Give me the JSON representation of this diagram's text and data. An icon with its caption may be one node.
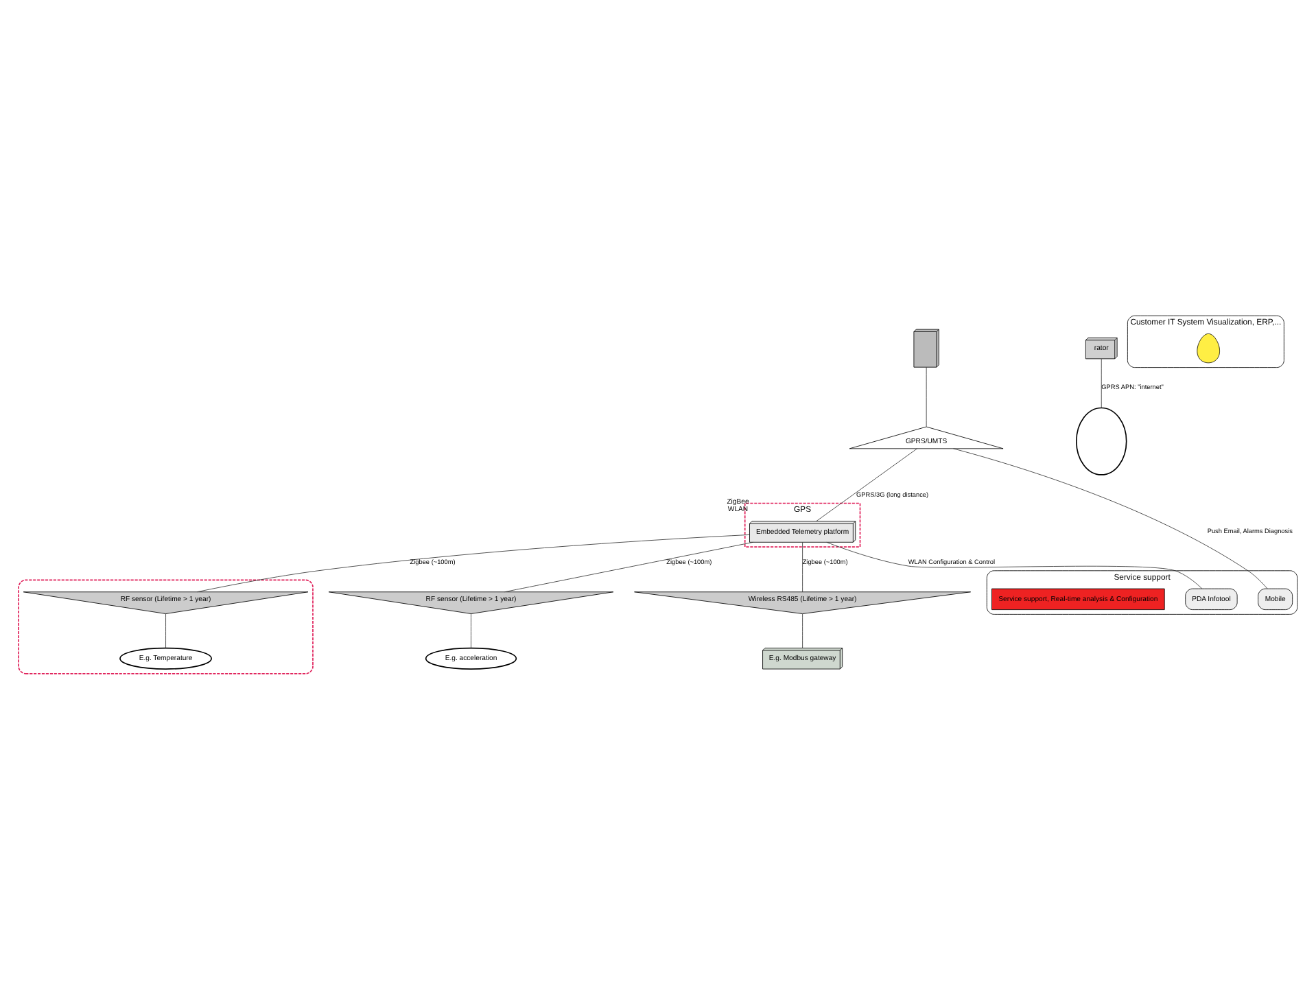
{
  "diagram": {
    "nodes": [
      {
        "text": [
          "GPS"
        ]
      },
      {
        "text": [
          "Embedded Telemetry platform"
        ],
        "beside": [
          "ZigBee",
          "WLAN"
        ],
        "in": 0
      },
      {
        "text": [],
        "shape": "picture"
      },
      {
        "text": [
          "rator"
        ]
      },
      {
        "text": [
          "GPRS/UMTS"
        ]
      },
      {
        "text": [],
        "shape": "cloud"
      },
      {
        "text": [
          "RF sensor (Lifetime > 1 year)"
        ]
      },
      {
        "text": [
          "E.g. acceleration"
        ]
      },
      {
        "text": [],
        "shape": "ellipse"
      },
      {
        "text": [
          "RF sensor (Lifetime > 1 year)"
        ],
        "in": 8
      },
      {
        "text": [
          "E.g. Temperature"
        ],
        "in": 8
      },
      {
        "text": [
          "Wireless RS485 (Lifetime > 1 year)"
        ]
      },
      {
        "text": [
          "E.g. Modbus gateway"
        ]
      },
      {
        "text": [
          "Service support"
        ]
      },
      {
        "text": [
          "Mobile"
        ],
        "in": 13
      },
      {
        "text": [
          "PDA Infotool"
        ],
        "in": 13
      },
      {
        "text": [
          "Service support, Real-time analysis & Configuration"
        ],
        "in": 13
      },
      {
        "text": [
          "Customer IT System Visualization, ERP,..."
        ]
      },
      {
        "text": [],
        "shape": "person",
        "in": 17
      }
    ],
    "edges": [
      {
        "from": 2,
        "to": 4,
        "arrow": "none"
      },
      {
        "from": 3,
        "to": 5,
        "arrow": "none",
        "label": "GPRS APN: \"internet\""
      },
      {
        "from": 4,
        "to": 1,
        "arrow": "none",
        "label": "GPRS/3G (long distance)"
      },
      {
        "from": 1,
        "to": 6,
        "arrow": "none",
        "label": "Zigbee (~100m)"
      },
      {
        "from": 1,
        "to": 9,
        "arrow": "none",
        "label": "Zigbee (~100m)"
      },
      {
        "from": 1,
        "to": 11,
        "arrow": "none",
        "label": "Zigbee (~100m)"
      },
      {
        "from": 6,
        "to": 7,
        "arrow": "none"
      },
      {
        "from": 9,
        "to": 10,
        "arrow": "none"
      },
      {
        "from": 11,
        "to": 12,
        "arrow": "none"
      },
      {
        "from": 4,
        "to": 14,
        "arrow": "none",
        "label": "Push Email, Alarms Diagnosis"
      },
      {
        "from": 1,
        "to": 15,
        "arrow": "none",
        "label": "WLAN Configuration & Control"
      }
    ]
  }
}
